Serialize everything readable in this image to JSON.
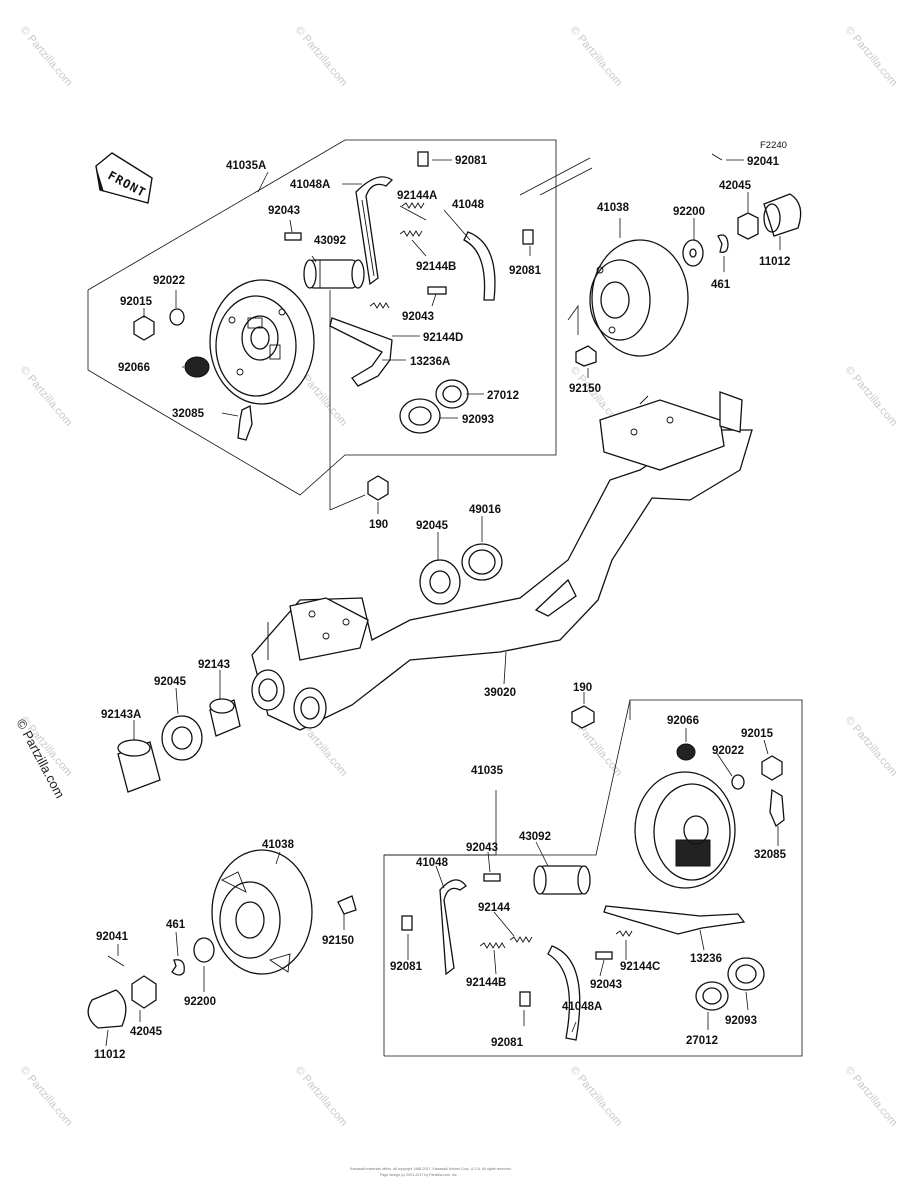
{
  "figure_code": "F2240",
  "front_label": "FRONT",
  "copyright": {
    "line1": "Kawasaki materials within, all copyright 1988-2017, Kawasaki Motors Corp, U.S.A. All rights reserved.",
    "line2": "Page design (c) 2001-2017 by Partzilla.com, Inc."
  },
  "watermark": {
    "side": "© Partzilla.com",
    "tile": "© Partzilla.com"
  },
  "labels": {
    "p41035A": "41035A",
    "p92081_top": "92081",
    "p41048A_top": "41048A",
    "p92144A": "92144A",
    "p41048_top": "41048",
    "p92043_top": "92043",
    "p43092_top": "43092",
    "p92144B_top": "92144B",
    "p92081_top2": "92081",
    "p92043_top2": "92043",
    "p92144D": "92144D",
    "p13236A": "13236A",
    "p92022_top": "92022",
    "p92015_top": "92015",
    "p92066_top": "92066",
    "p32085_top": "32085",
    "p27012_top": "27012",
    "p92093_top": "92093",
    "p190_top": "190",
    "p41038_top": "41038",
    "p92200_top": "92200",
    "p461_top": "461",
    "p92041_top": "92041",
    "p42045_top": "42045",
    "p11012_top": "11012",
    "p92150_top": "92150",
    "p49016": "49016",
    "p92045_mid": "92045",
    "p39020": "39020",
    "p92143": "92143",
    "p92045_left": "92045",
    "p92143A": "92143A",
    "p190_bot": "190",
    "p92066_bot": "92066",
    "p92015_bot": "92015",
    "p92022_bot": "92022",
    "p41035": "41035",
    "p32085_bot": "32085",
    "p92043_bot": "92043",
    "p43092_bot": "43092",
    "p41048_bot": "41048",
    "p92144": "92144",
    "p92081_bot": "92081",
    "p92144B_bot": "92144B",
    "p92144C": "92144C",
    "p13236": "13236",
    "p92043_bot2": "92043",
    "p92081_bot2": "92081",
    "p41048A_bot": "41048A",
    "p27012_bot": "27012",
    "p92093_bot": "92093",
    "p41038_bot": "41038",
    "p92150_bot": "92150",
    "p92041_bot": "92041",
    "p461_bot": "461",
    "p92200_bot": "92200",
    "p42045_bot": "42045",
    "p11012_bot": "11012"
  }
}
